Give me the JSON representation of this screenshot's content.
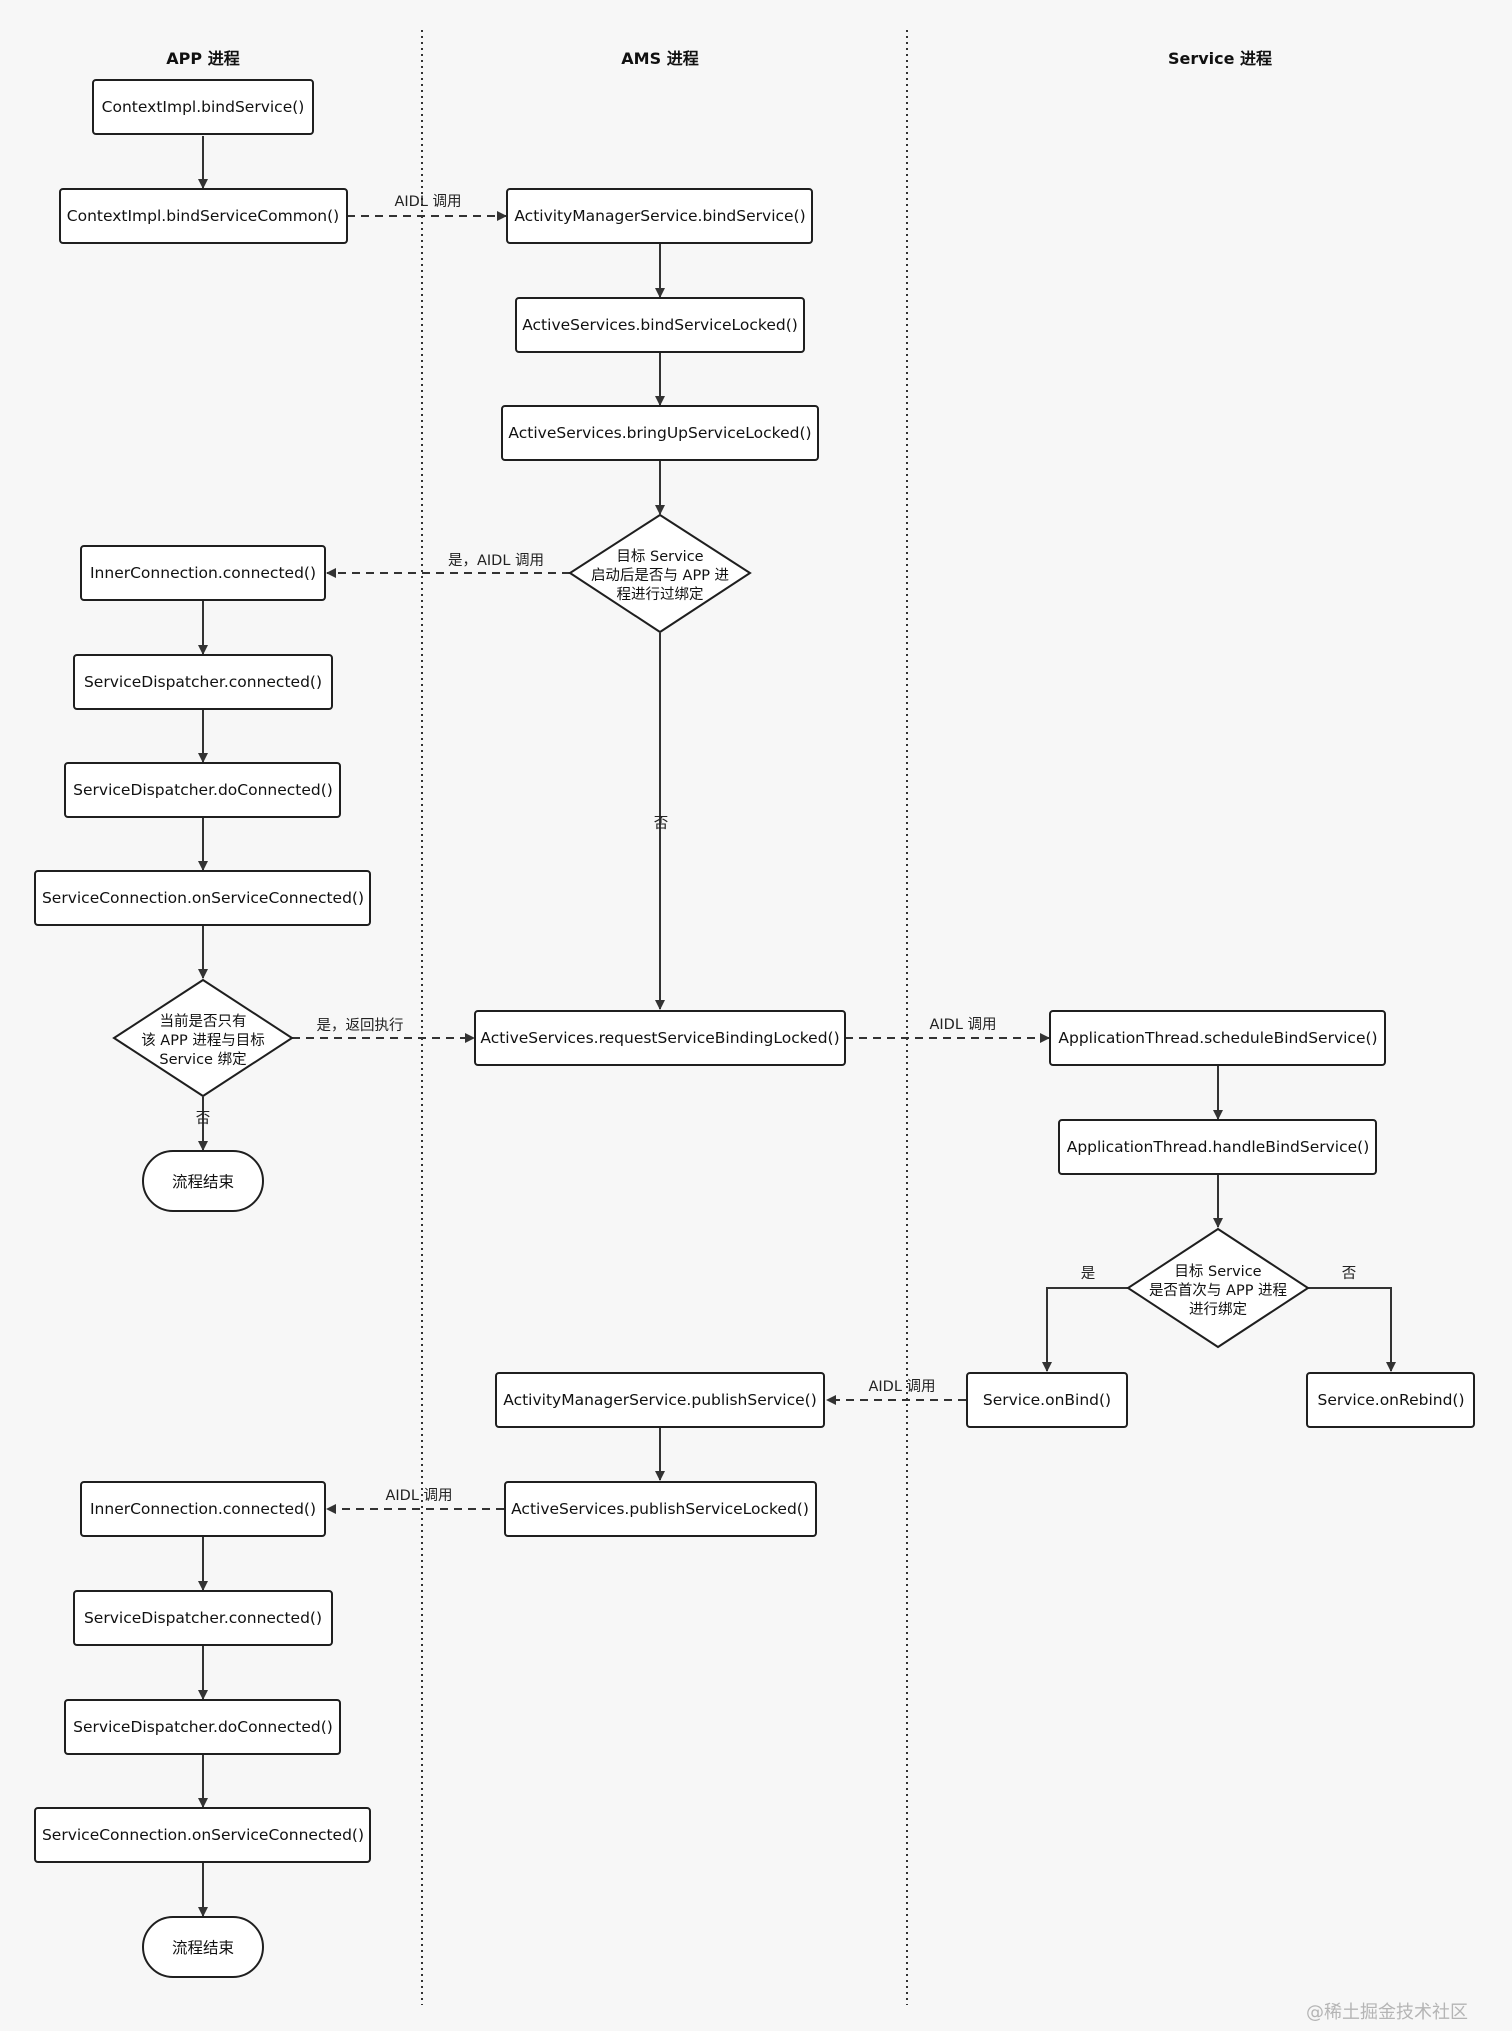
{
  "lanes": {
    "app": "APP 进程",
    "ams": "AMS 进程",
    "service": "Service 进程"
  },
  "nodes": {
    "n1": "ContextImpl.bindService()",
    "n2": "ContextImpl.bindServiceCommon()",
    "n3": "ActivityManagerService.bindService()",
    "n4": "ActiveServices.bindServiceLocked()",
    "n5": "ActiveServices.bringUpServiceLocked()",
    "d1": [
      "目标 Service",
      "启动后是否与 APP 进",
      "程进行过绑定"
    ],
    "n6": "InnerConnection.connected()",
    "n7": "ServiceDispatcher.connected()",
    "n8": "ServiceDispatcher.doConnected()",
    "n9": "ServiceConnection.onServiceConnected()",
    "d2": [
      "当前是否只有",
      "该 APP 进程与目标",
      "Service 绑定"
    ],
    "end1": "流程结束",
    "n10": "ActiveServices.requestServiceBindingLocked()",
    "n11": "ApplicationThread.scheduleBindService()",
    "n12": "ApplicationThread.handleBindService()",
    "d3": [
      "目标 Service",
      "是否首次与 APP 进程",
      "进行绑定"
    ],
    "n13": "Service.onBind()",
    "n14": "Service.onRebind()",
    "n15": "ActivityManagerService.publishService()",
    "n16": "ActiveServices.publishServiceLocked()",
    "n17": "InnerConnection.connected()",
    "n18": "ServiceDispatcher.connected()",
    "n19": "ServiceDispatcher.doConnected()",
    "n20": "ServiceConnection.onServiceConnected()",
    "end2": "流程结束"
  },
  "edge_labels": {
    "aidl_call_1": "AIDL 调用",
    "yes_aidl": "是，AIDL 调用",
    "no_1": "否",
    "yes_return": "是，返回执行",
    "no_2": "否",
    "aidl_call_2": "AIDL 调用",
    "yes_3": "是",
    "no_3": "否",
    "aidl_call_3": "AIDL 调用",
    "aidl_call_4": "AIDL 调用"
  },
  "watermark": "@稀土掘金技术社区"
}
